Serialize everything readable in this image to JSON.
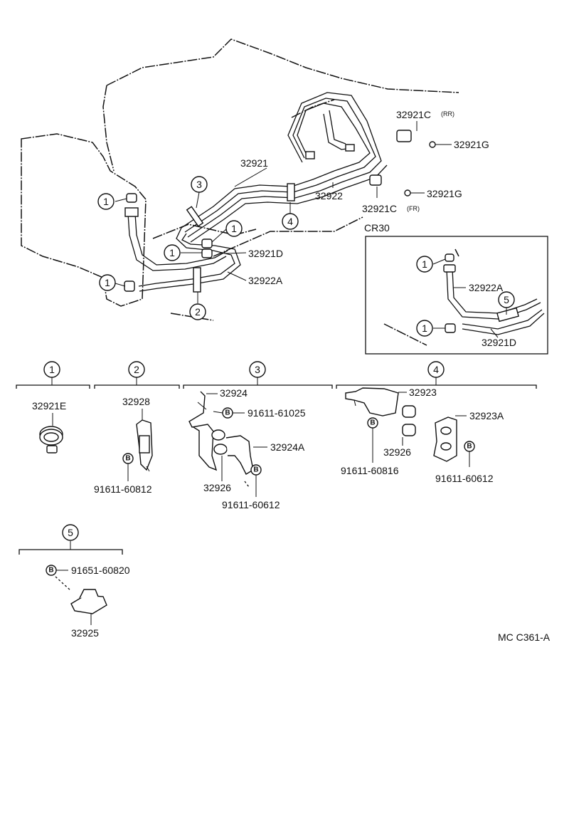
{
  "callout_numbers": [
    "1",
    "2",
    "3",
    "4",
    "5"
  ],
  "bolt_mark": "B",
  "main_labels": {
    "p32921": "32921",
    "p32922": "32922",
    "p32921c_rr": "32921C",
    "rr_suffix": "(RR)",
    "p32921c_fr": "32921C",
    "fr_suffix": "(FR)",
    "p32921g_upper": "32921G",
    "p32921g_lower": "32921G",
    "p32921d": "32921D",
    "p32922a": "32922A"
  },
  "inset": {
    "title": "CR30",
    "p32922a": "32922A",
    "p32921d": "32921D"
  },
  "groups": {
    "g1": {
      "p32921e": "32921E"
    },
    "g2": {
      "p32928": "32928",
      "bolt": "91611-60812"
    },
    "g3": {
      "p32924": "32924",
      "bolt_a": "91611-61025",
      "p32924a": "32924A",
      "p32926": "32926",
      "bolt_b": "91611-60612"
    },
    "g4": {
      "p32923": "32923",
      "p32926": "32926",
      "bolt_a": "91611-60816",
      "p32923a": "32923A",
      "bolt_b": "91611-60612"
    },
    "g5": {
      "bolt": "91651-60820",
      "p32925": "32925"
    }
  },
  "figure_code": "MC C361-A"
}
